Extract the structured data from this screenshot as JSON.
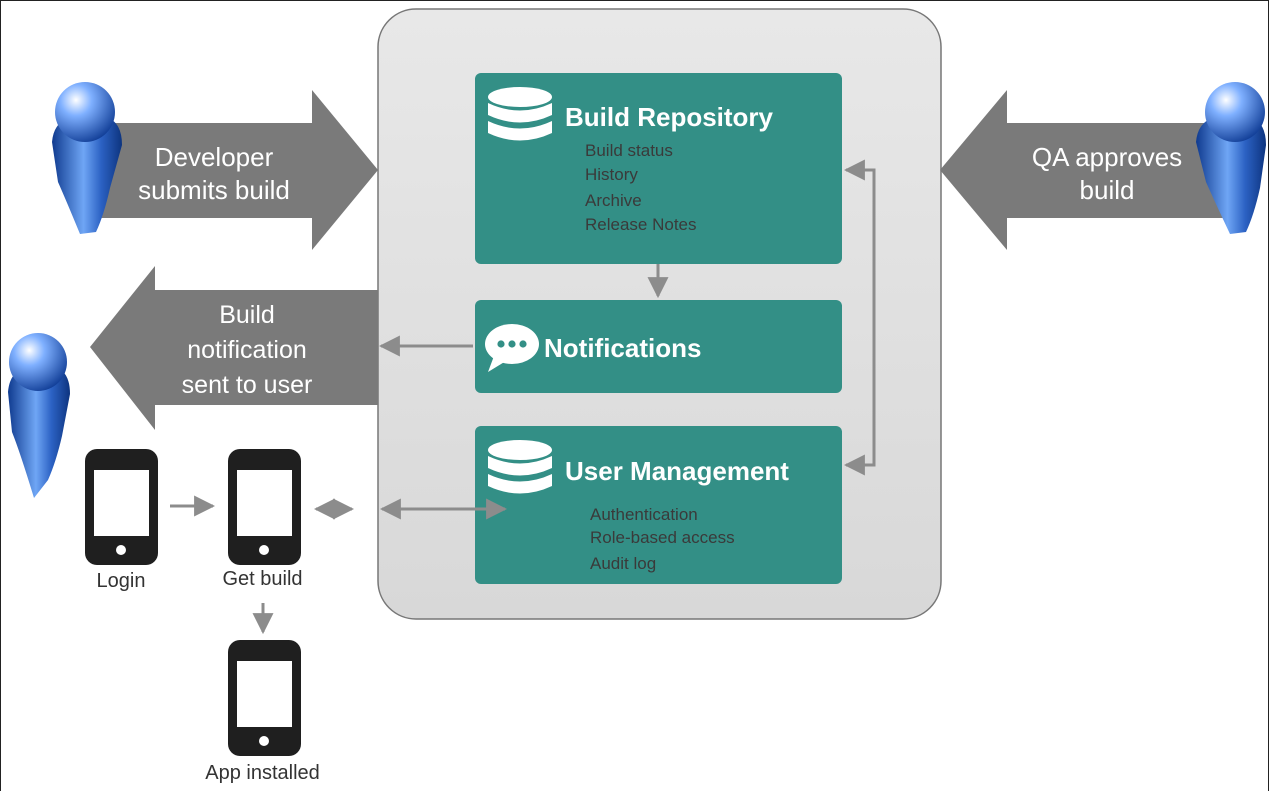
{
  "arrows": {
    "developer": "Developer submits build",
    "qa": "QA approves build",
    "notification": "Build notification sent to user"
  },
  "build_repository": {
    "title": "Build Repository",
    "items": [
      "Build status",
      "History",
      "Archive",
      "Release Notes"
    ]
  },
  "notifications": {
    "title": "Notifications"
  },
  "user_management": {
    "title": "User Management",
    "items": [
      "Authentication",
      "Role-based access",
      "Audit log"
    ]
  },
  "phones": {
    "login": "Login",
    "get_build": "Get build",
    "app_installed": "App installed"
  },
  "colors": {
    "box": "#338f86",
    "arrow": "#7a7a7a",
    "panel": "#e2e2e2",
    "connector": "#8c8c8c",
    "user_icon": "#2a62c8"
  }
}
